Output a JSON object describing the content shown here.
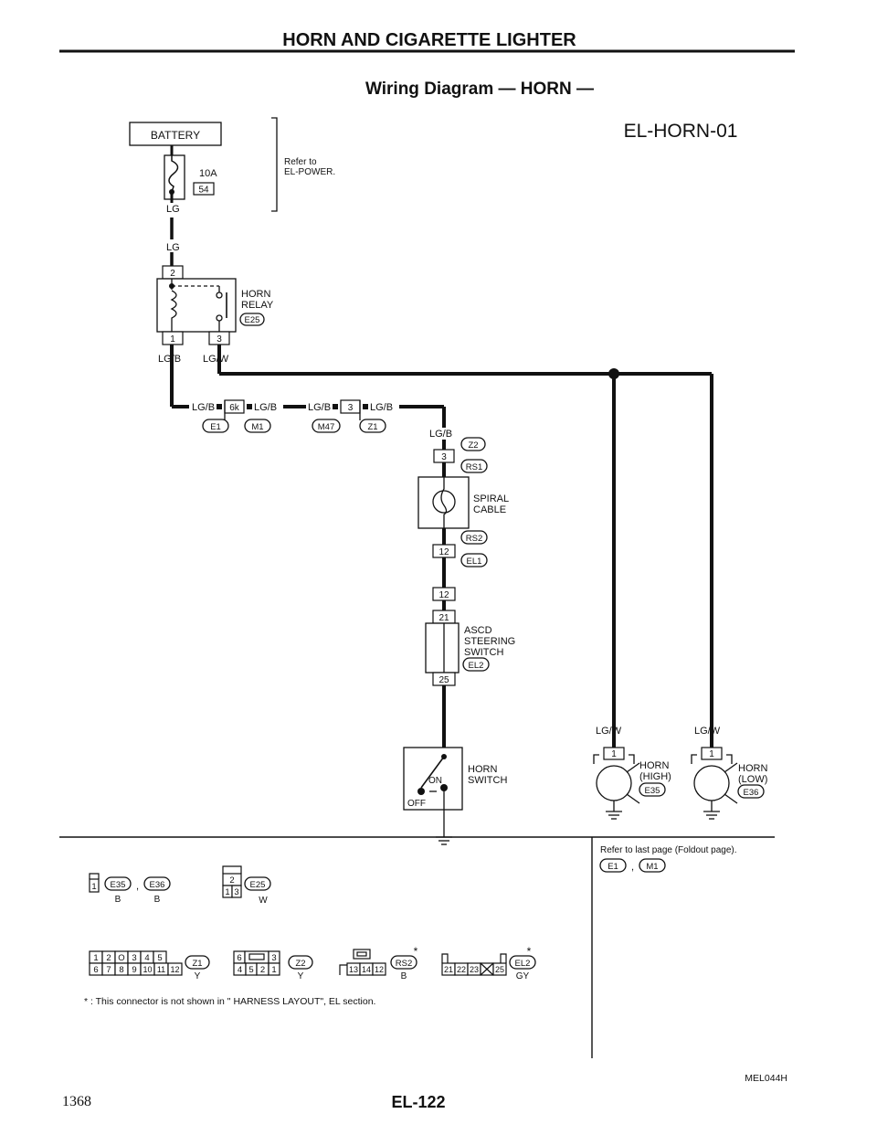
{
  "header": {
    "title": "HORN AND CIGARETTE LIGHTER",
    "subtitle": "Wiring Diagram — HORN —",
    "diagram_id": "EL-HORN-01"
  },
  "battery": {
    "label": "BATTERY",
    "fuse_rating": "10A",
    "fuse_number": "54",
    "refer_text_1": "Refer to",
    "refer_text_2": "EL-POWER."
  },
  "wires": {
    "lg": "LG",
    "lgb": "LG/B",
    "lgw": "LG/W"
  },
  "relay": {
    "name_1": "HORN",
    "name_2": "RELAY",
    "connector": "E25",
    "pin_in": "2",
    "pin_coil": "1",
    "pin_out": "3"
  },
  "joint": {
    "pin_a": "6k",
    "pin_b": "3",
    "conn_1": "E1",
    "conn_2": "M1",
    "conn_3": "M47",
    "conn_4": "Z1"
  },
  "spiral": {
    "name_1": "SPIRAL",
    "name_2": "CABLE",
    "conn_top": "Z2",
    "conn_rs1": "RS1",
    "pin_top": "3",
    "conn_rs2": "RS2",
    "conn_el1": "EL1",
    "pin_bottom": "12"
  },
  "ascd": {
    "name_1": "ASCD",
    "name_2": "STEERING",
    "name_3": "SWITCH",
    "connector": "EL2",
    "pin_12": "12",
    "pin_21": "21",
    "pin_25": "25"
  },
  "horn_switch": {
    "name_1": "HORN",
    "name_2": "SWITCH",
    "on_label": "ON",
    "off_label": "OFF"
  },
  "horn_high": {
    "name_1": "HORN",
    "name_2": "(HIGH)",
    "connector": "E35",
    "pin": "1"
  },
  "horn_low": {
    "name_1": "HORN",
    "name_2": "(LOW)",
    "connector": "E36",
    "pin": "1"
  },
  "connectors": {
    "c1": {
      "pin": "1",
      "name_a": "E35",
      "sep": ",",
      "name_b": "E36",
      "color_a": "B",
      "color_b": "B"
    },
    "c2": {
      "top": "2",
      "bottom": [
        "1",
        "3"
      ],
      "name": "E25",
      "color": "W"
    },
    "c3": {
      "row1": [
        "1",
        "2",
        "O",
        "3",
        "4",
        "5"
      ],
      "row2": [
        "6",
        "7",
        "8",
        "9",
        "10",
        "11",
        "12"
      ],
      "name": "Z1",
      "color": "Y"
    },
    "c4": {
      "row1": [
        "6",
        "",
        "3"
      ],
      "row2": [
        "4",
        "5",
        "2",
        "1"
      ],
      "name": "Z2",
      "color": "Y"
    },
    "c5": {
      "row2": [
        "13",
        "14",
        "12"
      ],
      "name": "RS2",
      "color": "B",
      "mark": "*"
    },
    "c6": {
      "row2": [
        "21",
        "22",
        "23",
        "",
        "25"
      ],
      "name": "EL2",
      "color": "GY",
      "mark": "*"
    }
  },
  "foldout": {
    "text": "Refer to last page (Foldout page).",
    "conn_a": "E1",
    "sep": ",",
    "conn_b": "M1"
  },
  "note": "* : This connector is not shown in \" HARNESS LAYOUT\", EL section.",
  "footer": {
    "code": "MEL044H",
    "page_number": "1368",
    "page_code": "EL-122"
  }
}
